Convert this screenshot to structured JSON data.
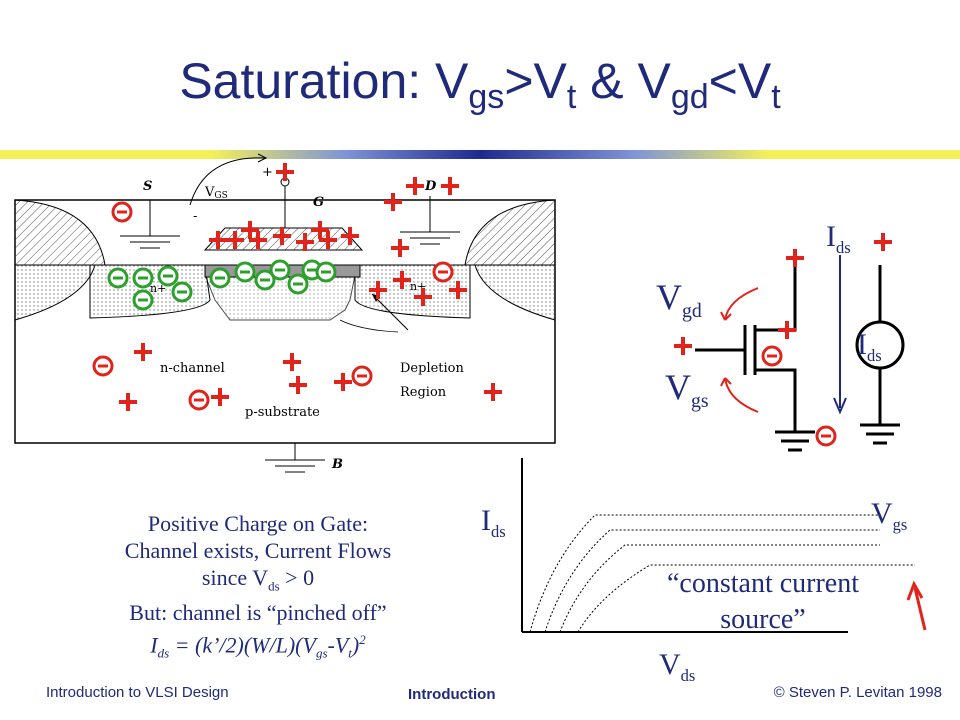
{
  "title": {
    "main": "Saturation: V",
    "s1": "gs",
    "mid1": ">V",
    "s2": "t",
    "mid2": " & V",
    "s3": "gd",
    "mid3": "<V",
    "s4": "t"
  },
  "colors": {
    "title": "#1f2a7a",
    "plus": "#e0241b",
    "minus_neg": "#e0241b",
    "minus_channel": "#2ca02c"
  },
  "device": {
    "label_s": "S",
    "label_g": "G",
    "label_d": "D",
    "label_b": "B",
    "vgs_label": "V",
    "vgs_sub": "GS",
    "plus_sign": "+",
    "minus_sign": "-",
    "n_plus_left": "n+",
    "n_plus_right": "n+",
    "n_channel": "n-channel",
    "depletion": "Depletion",
    "region": "Region",
    "p_substrate": "p-substrate"
  },
  "circuit": {
    "ids_top": "I",
    "ids_top_sub": "ds",
    "vgd": "V",
    "vgd_sub": "gd",
    "vgs": "V",
    "vgs_sub": "gs",
    "source_label": "I",
    "source_sub": "ds"
  },
  "graph": {
    "ylabel": "I",
    "ylabel_sub": "ds",
    "xlabel": "V",
    "xlabel_sub": "ds",
    "curve_label": "V",
    "curve_label_sub": "gs",
    "annotation_line1": "“constant current",
    "annotation_line2": "source”"
  },
  "caption": {
    "line1": "Positive Charge on Gate:",
    "line2": "Channel exists, Current Flows",
    "line3a": "since V",
    "line3sub": "ds",
    "line3b": " > 0",
    "line4": "But: channel is “pinched off”",
    "eq_i": "I",
    "eq_isub": "ds",
    "eq_mid": " = (k’/2)(W/L)(V",
    "eq_gssub": "gs",
    "eq_minus": "-V",
    "eq_tsub": "t",
    "eq_close": ")",
    "eq_sup": "2"
  },
  "footer": {
    "left": "Introduction to VLSI Design",
    "center": "Introduction",
    "right": "© Steven P. Levitan 1998"
  }
}
